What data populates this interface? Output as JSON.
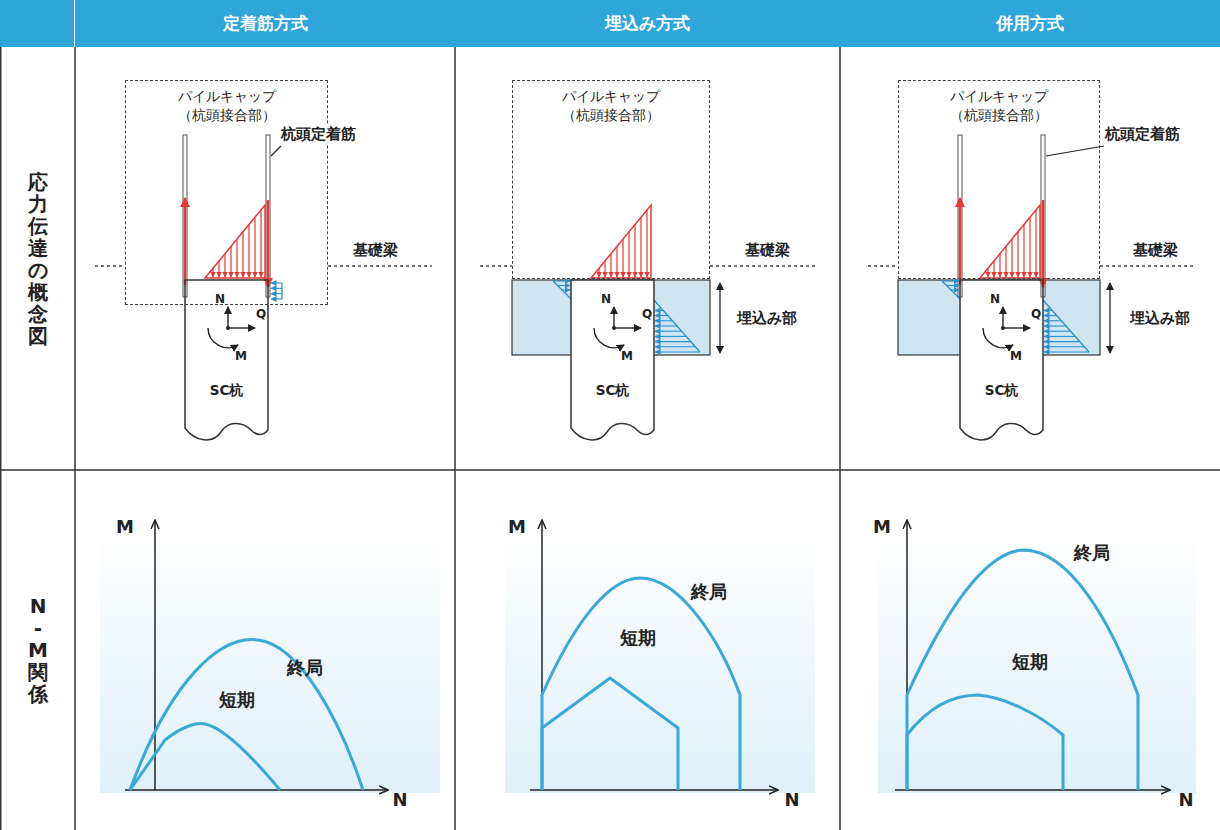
{
  "diagram": {
    "nodes": [
      {
        "text": [
          "定着筋方式"
        ]
      },
      {
        "text": [
          "埋込み方式"
        ]
      },
      {
        "text": [
          "併用方式"
        ]
      },
      {
        "text": [
          "応力伝達の概念図"
        ]
      },
      {
        "text": [
          "パイルキャップ （杭頭接合部）"
        ]
      },
      {
        "text": [
          "SC杭"
        ]
      },
      {
        "text": [
          "パイルキャップ （杭頭接合部）"
        ]
      },
      {
        "text": [
          "SC杭"
        ]
      },
      {
        "text": [
          "パイルキャップ （杭頭接合部）"
        ]
      },
      {
        "text": [
          "SC杭"
        ]
      },
      {
        "text": [
          "N-M関係"
        ]
      }
    ],
    "labels": [
      "杭頭定着筋",
      "基礎梁",
      "N",
      "Q",
      "M",
      "M",
      "終局",
      "短期",
      "N",
      "基礎梁",
      "埋込み部",
      "N",
      "Q",
      "M",
      "M",
      "終局",
      "短期",
      "N",
      "杭頭定着筋",
      "基礎梁",
      "埋込み部",
      "N",
      "Q",
      "M",
      "M",
      "終局",
      "短期",
      "N"
    ]
  }
}
